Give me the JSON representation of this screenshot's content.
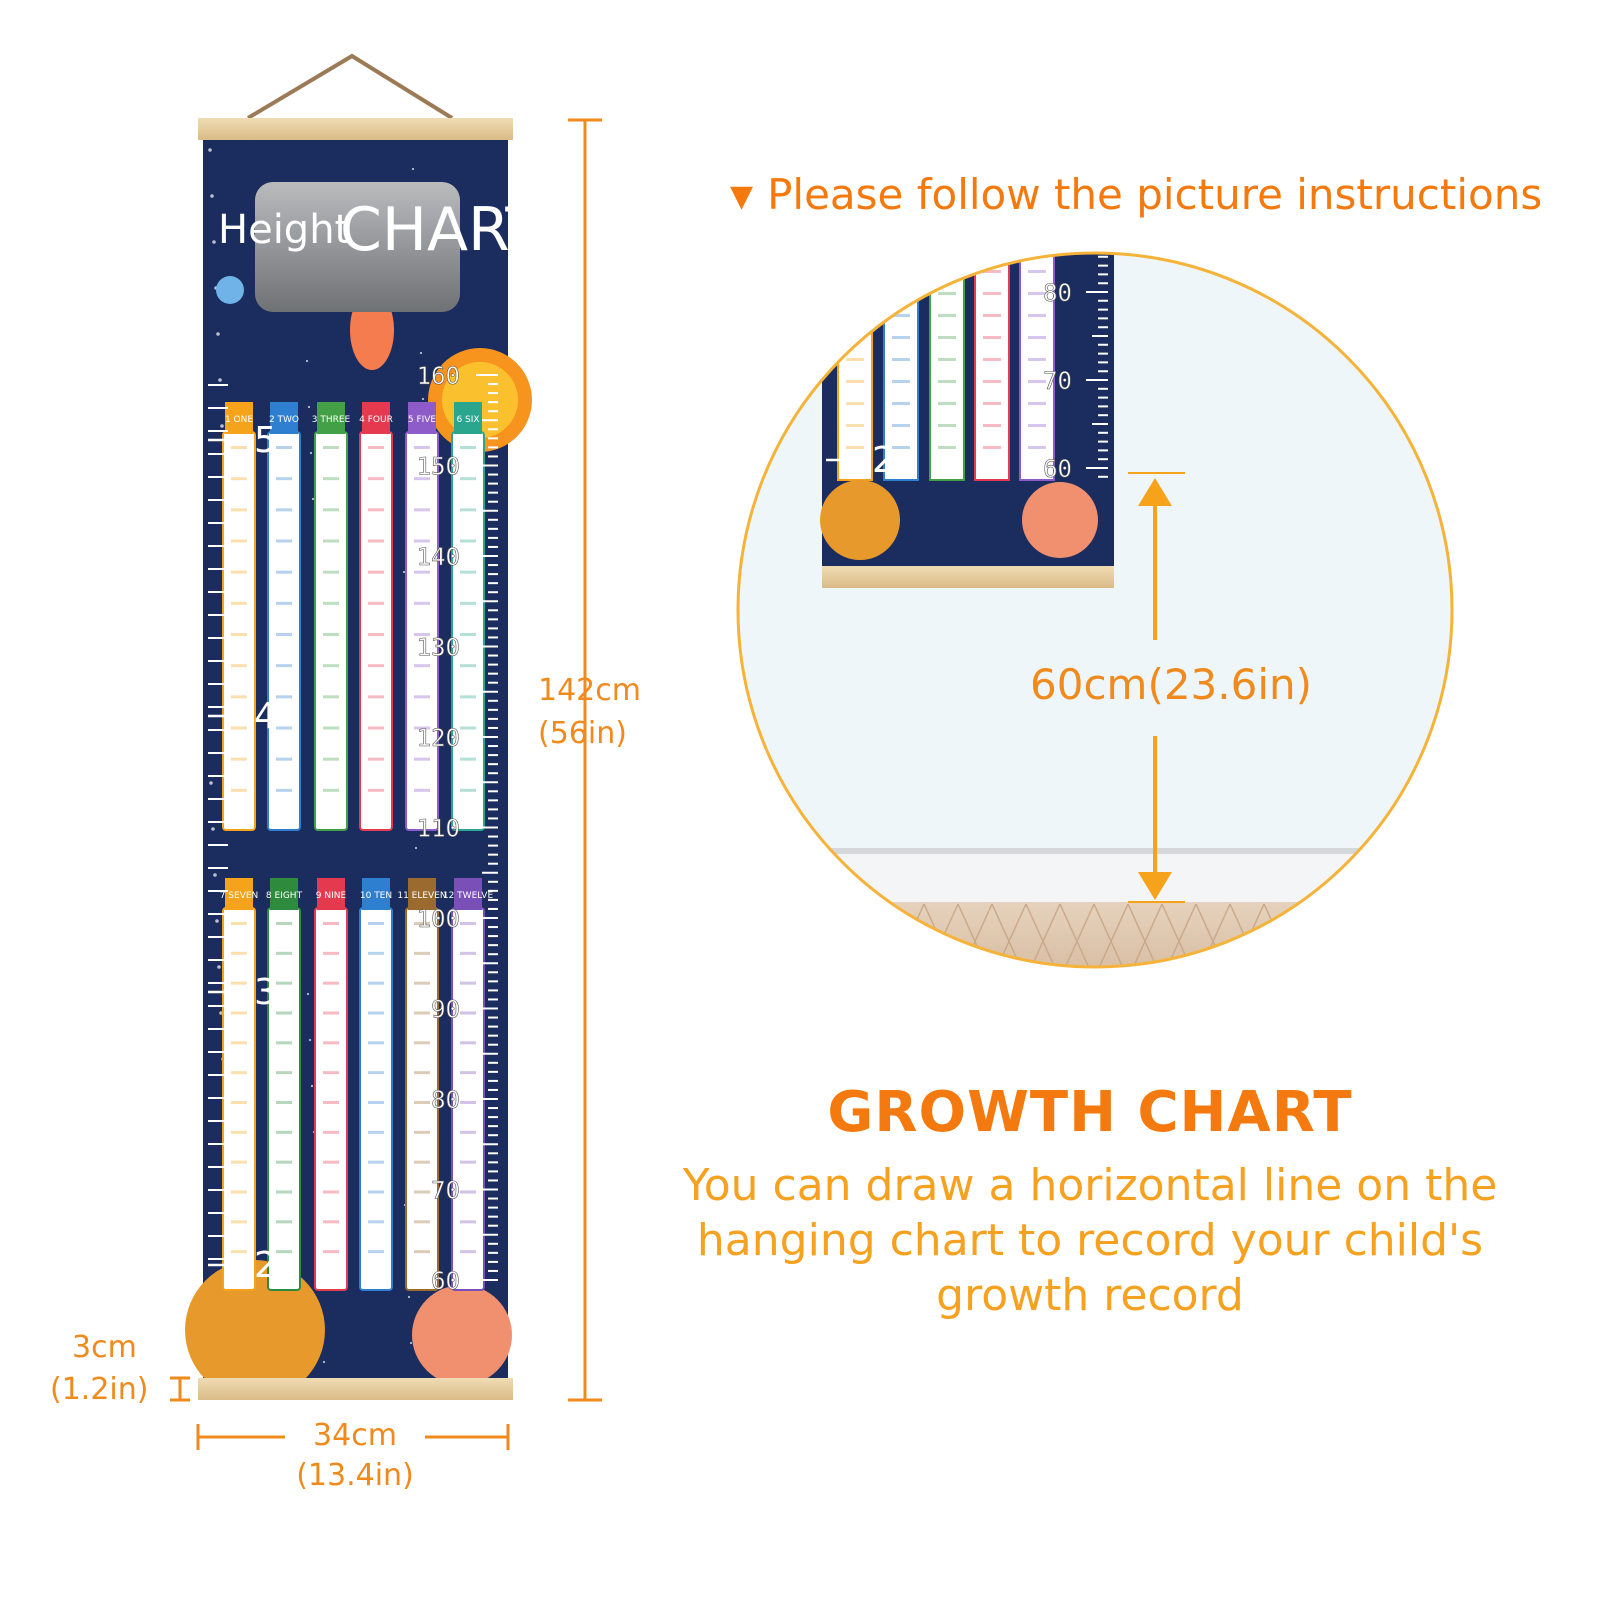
{
  "headline": {
    "marker": "▼",
    "text": "Please follow the picture instructions"
  },
  "chart": {
    "title_word1": "Height",
    "title_word2": "CHART",
    "cm_marks": [
      "160",
      "150",
      "140",
      "130",
      "120",
      "110",
      "100",
      "90",
      "80",
      "70",
      "60"
    ],
    "ft_marks": [
      "5",
      "4",
      "3",
      "2"
    ],
    "top_tables": [
      "1 ONE",
      "2 TWO",
      "3 THREE",
      "4 FOUR",
      "5 FIVE",
      "6 SIX"
    ],
    "bottom_tables": [
      "7 SEVEN",
      "8 EIGHT",
      "9 NINE",
      "10 TEN",
      "11 ELEVEN",
      "12 TWELVE"
    ]
  },
  "dimensions": {
    "height_cm": "142cm",
    "height_in": "(56in)",
    "bar_cm": "3cm",
    "bar_in": "(1.2in)",
    "width_cm": "34cm",
    "width_in": "(13.4in)"
  },
  "inset": {
    "cm_marks": [
      "80",
      "70",
      "60"
    ],
    "ft_mark": "2",
    "measure": "60cm(23.6in)"
  },
  "growth": {
    "title": "GROWTH CHART",
    "line1": "You can draw a horizontal line on the",
    "line2": "hanging chart to record your child's",
    "line3": "growth record"
  },
  "colors": {
    "accent": "#f47a0f",
    "navy": "#1b2d5e",
    "wood": "#e8cfa4",
    "table_colors": [
      "#f5a31a",
      "#2f7fd0",
      "#43a047",
      "#e53950",
      "#8d5cc9",
      "#2aa68f",
      "#f5a31a",
      "#2e8b3e",
      "#e53950",
      "#2f7fd0",
      "#9a6a2f",
      "#7a4fb8"
    ]
  }
}
